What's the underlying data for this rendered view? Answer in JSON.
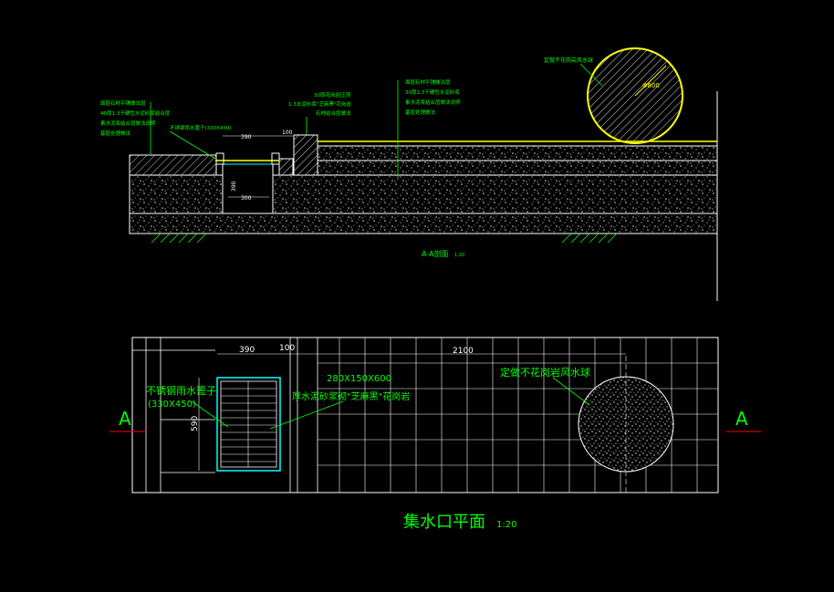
{
  "section": {
    "title": "A-A剖面",
    "scale": "1:20",
    "callouts_left": [
      "面层石材平铺做法层",
      "40厚1:3干硬性水泥砂浆结合层",
      "素水泥浆结合层做法说明",
      "基层处理做法"
    ],
    "grate_note": "不锈钢雨水篦子(330X450)",
    "center_notes": [
      "30厚花岗岩压顶",
      "1:3水泥砂浆\"芝麻黑\"花岗岩",
      "石材结合层做法"
    ],
    "right_notes": [
      "面层石材平铺做法层",
      "30厚1:3干硬性水泥砂浆",
      "素水泥浆结合层做法说明",
      "基层处理做法"
    ],
    "ball_note": "定做不花岗岩风水球",
    "ball_dim": "Φ800",
    "dims": {
      "top_width": "390",
      "curb": "100",
      "bottom_width": "300",
      "depth": "390"
    }
  },
  "plan": {
    "title": "集水口平面",
    "scale": "1:20",
    "dims": {
      "grate_width": "390",
      "curb": "100",
      "span": "2100",
      "grate_height": "590"
    },
    "grate_label_line1": "不锈钢雨水篦子",
    "grate_label_line2": "(330X450)",
    "curb_label_line1": "280X150X600",
    "curb_label_line2": "厚水泥砂浆砌\"芝麻黑\"花岗岩",
    "ball_label": "定做不花岗岩风水球",
    "section_mark_left": "A",
    "section_mark_right": "A"
  },
  "colors": {
    "background": "#000000",
    "text": "#00ff00",
    "line": "#ffffff",
    "grate": "#00ffff",
    "ball": "#ffff00",
    "section_mark": "#ff0000"
  }
}
